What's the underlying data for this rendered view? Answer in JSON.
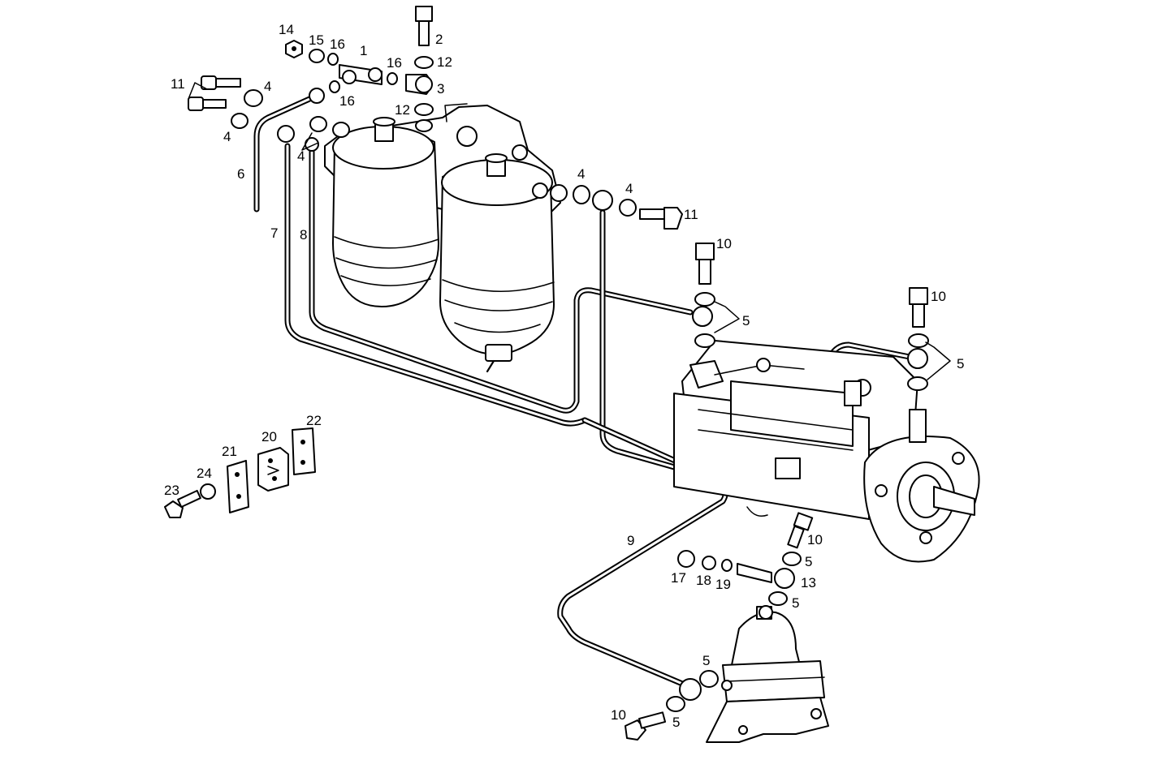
{
  "labels": {
    "l1": "1",
    "l2": "2",
    "l3": "3",
    "l4a": "4",
    "l4b": "4",
    "l4c": "4",
    "l4d": "4",
    "l4e": "4",
    "l5a": "5",
    "l5b": "5",
    "l5c": "5",
    "l5d": "5",
    "l5e": "5",
    "l5f": "5",
    "l6": "6",
    "l7": "7",
    "l8": "8",
    "l9": "9",
    "l10a": "10",
    "l10b": "10",
    "l10c": "10",
    "l10d": "10",
    "l11a": "11",
    "l11b": "11",
    "l12a": "12",
    "l12b": "12",
    "l13": "13",
    "l14": "14",
    "l15": "15",
    "l16a": "16",
    "l16b": "16",
    "l16c": "16",
    "l17": "17",
    "l18": "18",
    "l19": "19",
    "l20": "20",
    "l21": "21",
    "l22": "22",
    "l23": "23",
    "l24": "24"
  }
}
